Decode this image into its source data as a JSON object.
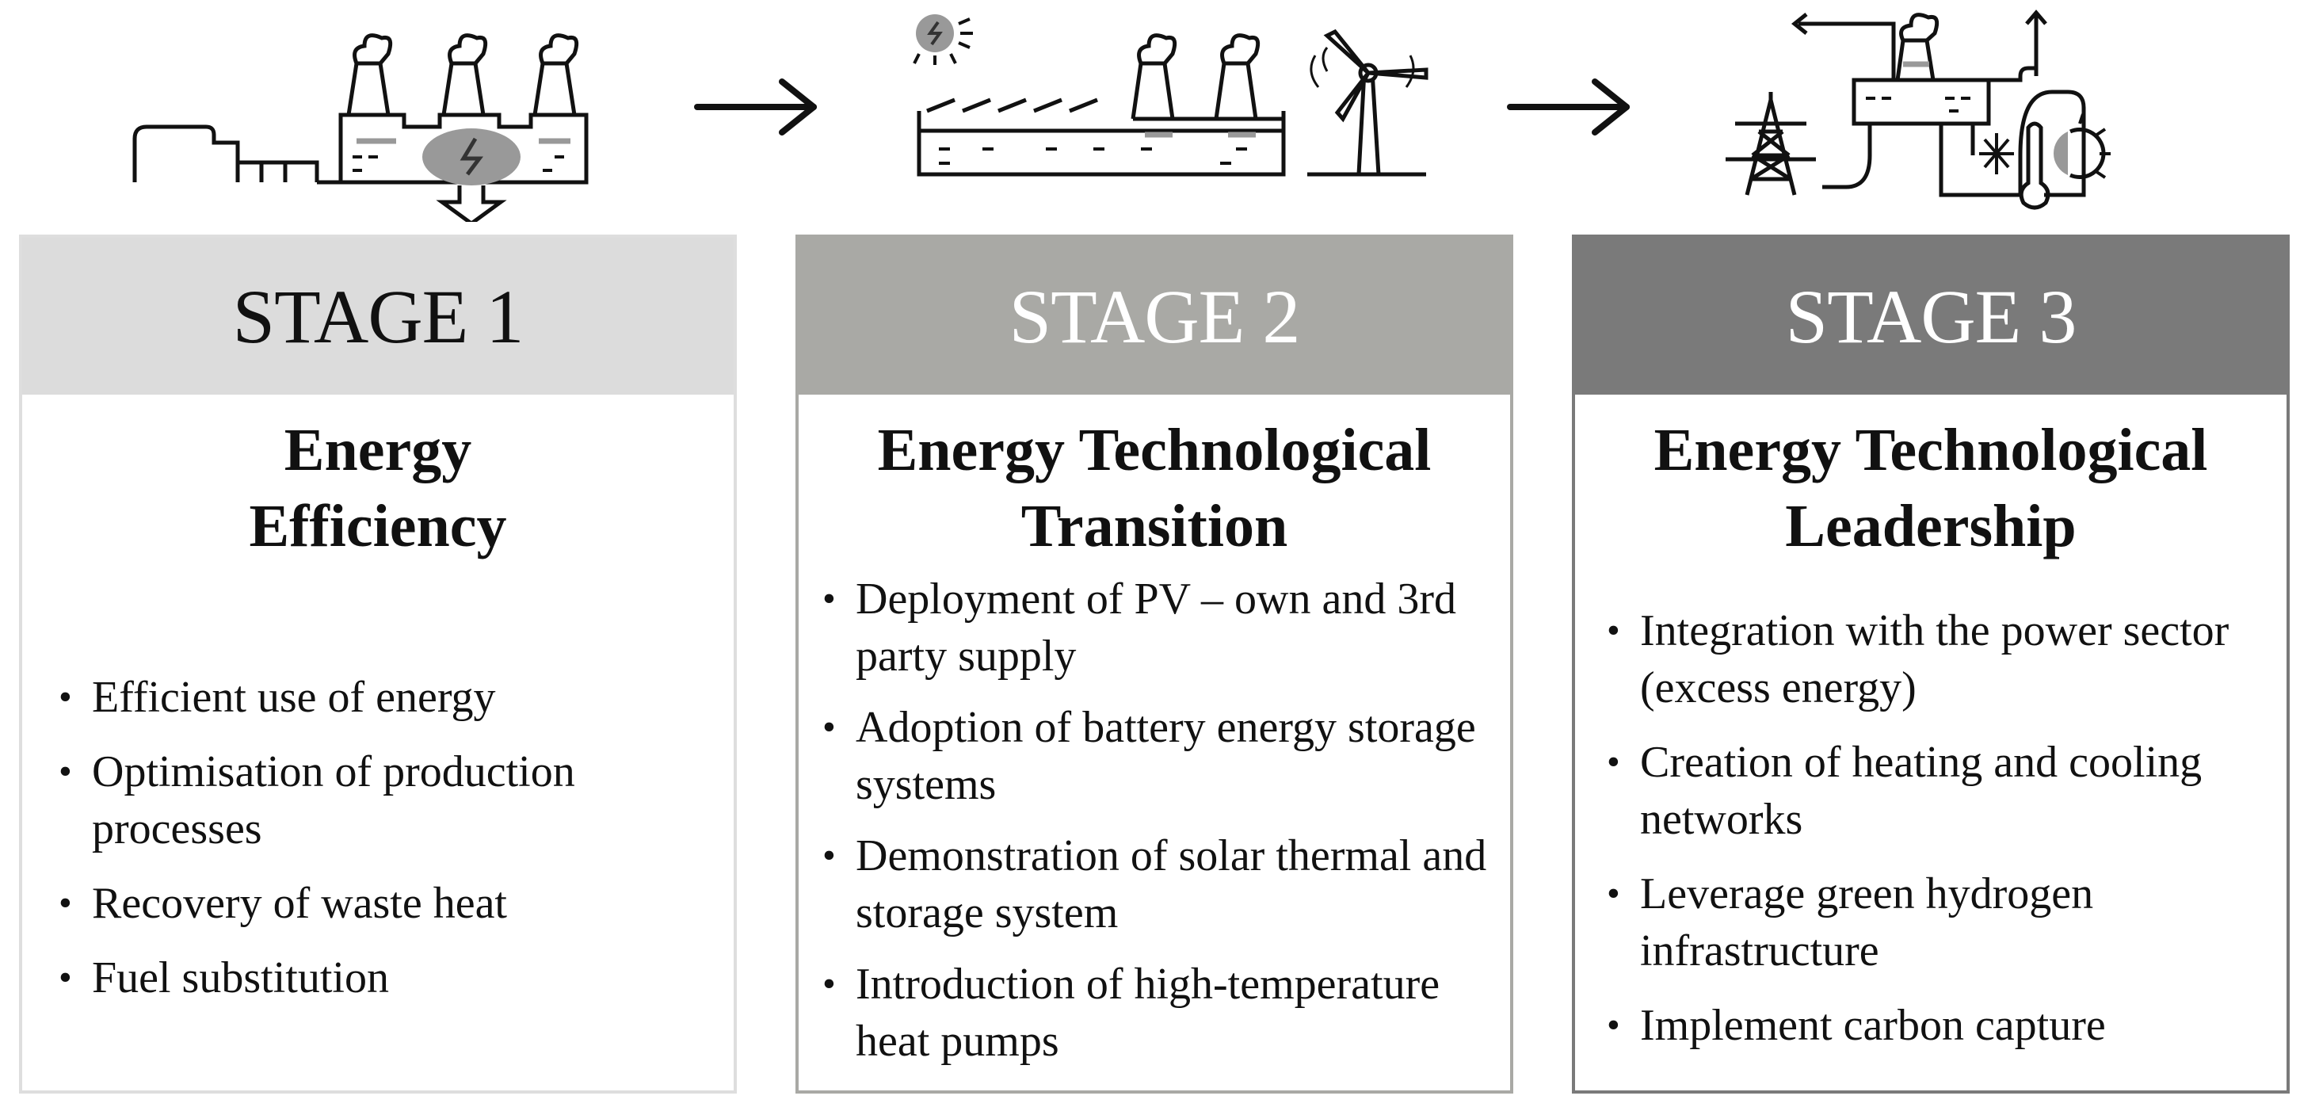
{
  "stages": [
    {
      "label": "STAGE 1",
      "title_line1": "Energy",
      "title_line2": "Efficiency",
      "bullets": [
        "Efficient use of energy",
        "Optimisation of production processes",
        "Recovery of waste heat",
        "Fuel substitution"
      ],
      "header_color": "#dcdcdc"
    },
    {
      "label": "STAGE 2",
      "title_line1": "Energy Technological",
      "title_line2": "Transition",
      "bullets": [
        "Deployment of PV – own and 3rd party supply",
        "Adoption of battery energy storage systems",
        "Demonstration of solar thermal and storage system",
        "Introduction of high-temperature heat pumps"
      ],
      "header_color": "#a9a9a5"
    },
    {
      "label": "STAGE 3",
      "title_line1": "Energy Technological",
      "title_line2": "Leadership",
      "bullets": [
        "Integration with the power sector (excess energy)",
        "Creation of heating and cooling networks",
        "Leverage green hydrogen infrastructure",
        "Implement carbon capture"
      ],
      "header_color": "#7a7a7a"
    }
  ],
  "icons": [
    "factory-efficiency-icon",
    "arrow-right-icon",
    "factory-solar-wind-icon",
    "arrow-right-icon",
    "factory-grid-network-icon"
  ]
}
